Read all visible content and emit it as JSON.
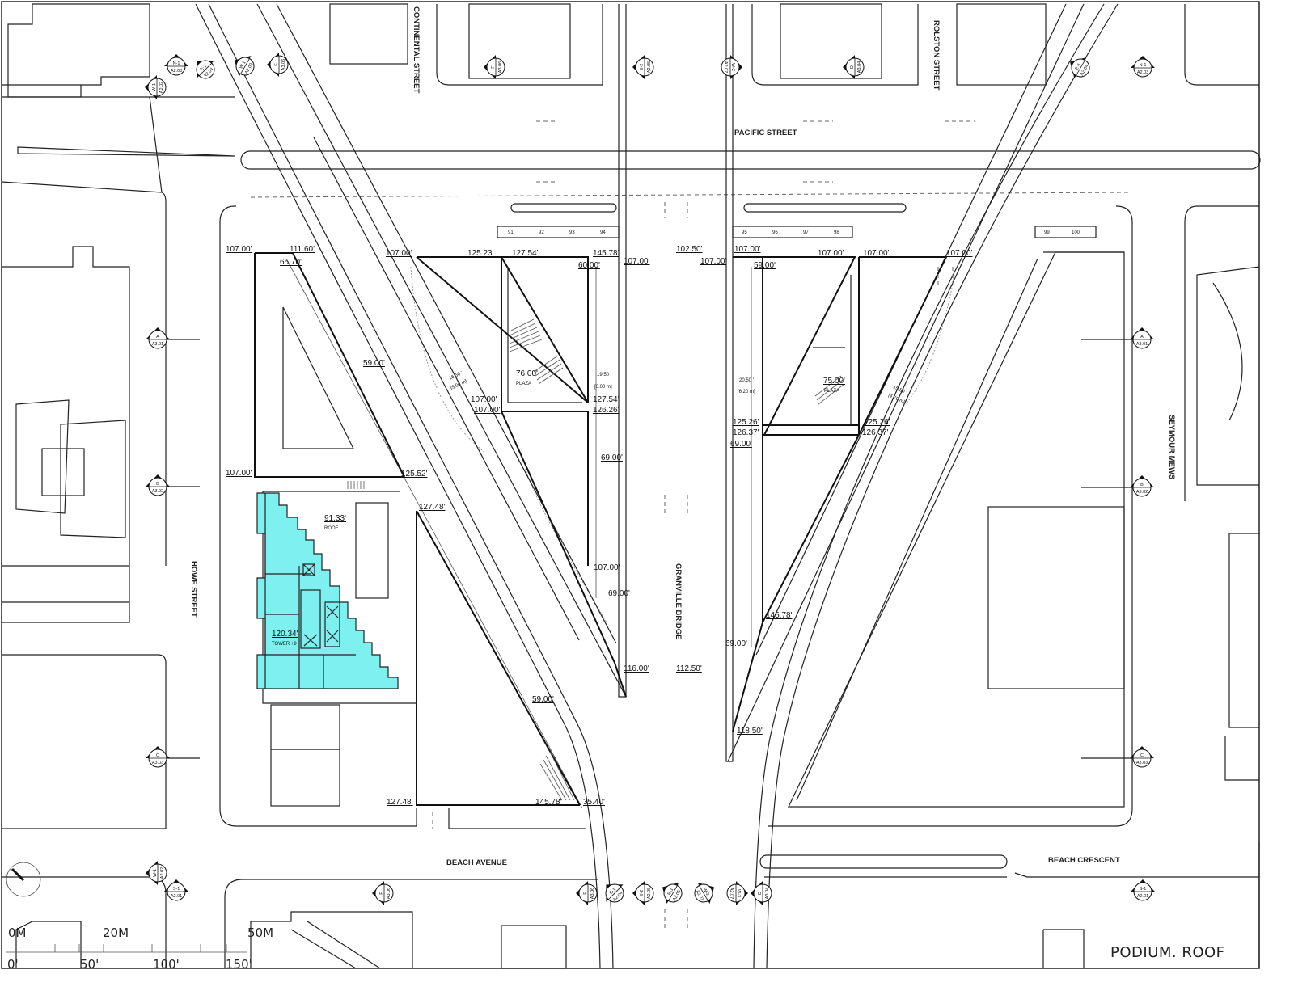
{
  "sheet_title": "PODIUM. ROOF",
  "colors": {
    "tower_fill": "#7ff0f0",
    "line": "#222222"
  },
  "streets": {
    "continental": "CONTINENTAL STREET",
    "rolston": "ROLSTON STREET",
    "pacific": "PACIFIC STREET",
    "howe": "HOWE STREET",
    "granville": "GRANVILLE BRIDGE",
    "seymour": "SEYMOUR MEWS",
    "beach_avenue": "BEACH AVENUE",
    "beach_crescent": "BEACH CRESCENT"
  },
  "parking_stalls": [
    "91",
    "92",
    "93",
    "94",
    "95",
    "96",
    "97",
    "98",
    "99",
    "100"
  ],
  "scale_bar": {
    "metric": [
      "0M",
      "20M",
      "50M"
    ],
    "imperial": [
      "0'",
      "50'",
      "100'",
      "150'"
    ]
  },
  "dimensions": {
    "left_site": [
      "107.00'",
      "111.60'",
      "65.70'",
      "59.00'",
      "107.00'",
      "125.52'",
      "127.48'",
      "59.00'",
      "127.48'",
      "145.78'",
      "35.40'"
    ],
    "roof": {
      "value": "91.33'",
      "label": "ROOF"
    },
    "tower": {
      "value": "120.34'",
      "label": "TOWER +9"
    },
    "center_left": [
      "107.00'",
      "125.23'",
      "127.54'",
      "145.78'",
      "107.00'",
      "60.00'",
      "107.00'",
      "107.00'",
      "127.54'",
      "126.26'",
      "69.00'",
      "107.00'",
      "69.00'",
      "116.00'"
    ],
    "center_left_width": {
      "ft": "16.50 '",
      "m": "[5.00 m]"
    },
    "center_left_width2": {
      "ft": "19.50 '",
      "m": "[6.00 m]"
    },
    "plaza_left": {
      "value": "76.00'",
      "label": "PLAZA"
    },
    "bridge": [
      "102.50'",
      "112.50'"
    ],
    "center_right": [
      "107.00'",
      "107.00'",
      "59.00'",
      "107.00'",
      "107.00'",
      "107.00'",
      "125.26'",
      "126.37'",
      "125.26'",
      "126.37'",
      "69.00'",
      "145.78'",
      "69.00'",
      "118.50'"
    ],
    "center_right_width": {
      "ft": "20.50 '",
      "m": "[6.20 m]"
    },
    "center_right_width2": {
      "ft": "15.50 '",
      "m": "[4.70 m]"
    },
    "plaza_right": {
      "value": "75.00'",
      "label": "PLAZA"
    }
  },
  "section_markers": [
    {
      "top": "N-1",
      "bottom": "A2.03"
    },
    {
      "top": "W-1",
      "bottom": "A2.02"
    },
    {
      "top": "E-1",
      "bottom": "A2.04"
    },
    {
      "top": "W-1",
      "bottom": "A2.02"
    },
    {
      "top": "F",
      "bottom": "A3.06"
    },
    {
      "top": "F",
      "bottom": "A3.06"
    },
    {
      "top": "E-2",
      "bottom": "A2.05"
    },
    {
      "top": "W-2",
      "bottom": "A2.07"
    },
    {
      "top": "D",
      "bottom": "A3.04"
    },
    {
      "top": "E-1",
      "bottom": "A2.04"
    },
    {
      "top": "N-1",
      "bottom": "A2.03"
    },
    {
      "top": "A",
      "bottom": "A3.01"
    },
    {
      "top": "B",
      "bottom": "A3.02"
    },
    {
      "top": "C",
      "bottom": "A3.03"
    },
    {
      "top": "A",
      "bottom": "A3.01"
    },
    {
      "top": "B",
      "bottom": "A3.02"
    },
    {
      "top": "C",
      "bottom": "A3.03"
    },
    {
      "top": "W-1",
      "bottom": "A2.02"
    },
    {
      "top": "S-1",
      "bottom": "A2.01"
    },
    {
      "top": "F",
      "bottom": "A3.06"
    },
    {
      "top": "F",
      "bottom": "A3.06"
    },
    {
      "top": "E-1",
      "bottom": "A2.04"
    },
    {
      "top": "E-2",
      "bottom": "A2.05"
    },
    {
      "top": "E-3",
      "bottom": "A2.05"
    },
    {
      "top": "W-2",
      "bottom": "A2.07"
    },
    {
      "top": "W-3",
      "bottom": "A2.07"
    },
    {
      "top": "D",
      "bottom": "A3.04"
    },
    {
      "top": "S-1",
      "bottom": "A2.01"
    }
  ]
}
